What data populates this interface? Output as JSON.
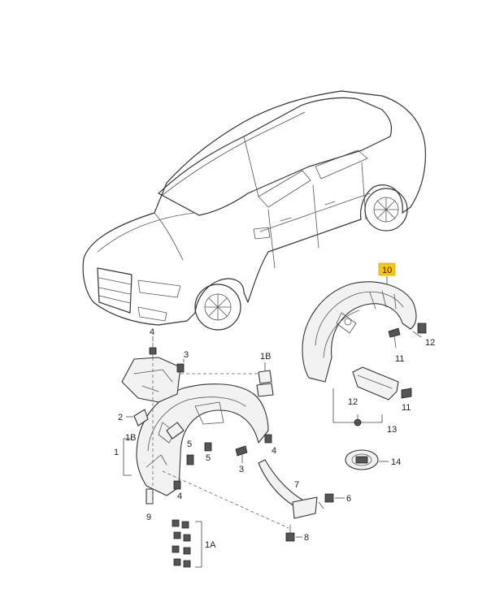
{
  "callouts": {
    "c10": "10",
    "c4a": "4",
    "c3a": "3",
    "c1b_top": "1B",
    "c12a": "12",
    "c11a": "11",
    "c12b": "12",
    "c11b": "11",
    "c2": "2",
    "c1": "1",
    "c1b_bracket": "1B",
    "c5a": "5",
    "c5b": "5",
    "c4b": "4",
    "c3b": "3",
    "c13": "13",
    "c14": "14",
    "c4c": "4",
    "c7": "7",
    "c6": "6",
    "c9": "9",
    "c8": "8",
    "c1a": "1A"
  },
  "highlight_color": "#f5c518"
}
